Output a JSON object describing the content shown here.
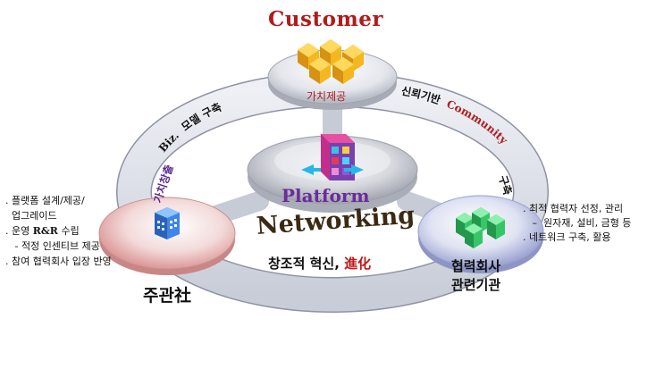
{
  "nodes": {
    "customer": {
      "title": "Customer",
      "sub": "가치제공"
    },
    "platform": {
      "title": "Platform"
    },
    "host": {
      "title": "주관社"
    },
    "partner": {
      "line1": "협력회사",
      "line2": "관련기관"
    }
  },
  "center": {
    "networking": "Networking",
    "innovation_prefix": "창조적 혁신, ",
    "innovation_highlight": "進化"
  },
  "ring_labels": {
    "left_top_en": "Biz.",
    "left_top_ko": "모델 구축",
    "left_side": "가치창출",
    "right_top_ko": "신뢰기반",
    "right_top_en": "Community",
    "right_side": "구축"
  },
  "host_list": [
    {
      "text": ". 플랫폼 설계/제공/"
    },
    {
      "text": "  업그레이드"
    },
    {
      "pre": ". 운영 ",
      "bold": "R&R",
      "post": " 수립"
    },
    {
      "text": "   - 적정 인센티브 제공"
    },
    {
      "text": ". 참여 협력회사 입장 반영"
    }
  ],
  "partner_list": [
    ". 최적 협력자 선정, 관리",
    "   –  원자재, 설비, 금형 등",
    ". 네트워크 구축, 활용"
  ],
  "colors": {
    "customer_title": "#b01c1c",
    "platform_title": "#6a2c9a",
    "highlight": "#c01818",
    "ring": "#dfe3ec"
  },
  "icons": {
    "customer": "yellow-buildings-icon",
    "platform": "cube-grid-icon",
    "host": "blue-building-icon",
    "partner": "green-buildings-icon"
  }
}
